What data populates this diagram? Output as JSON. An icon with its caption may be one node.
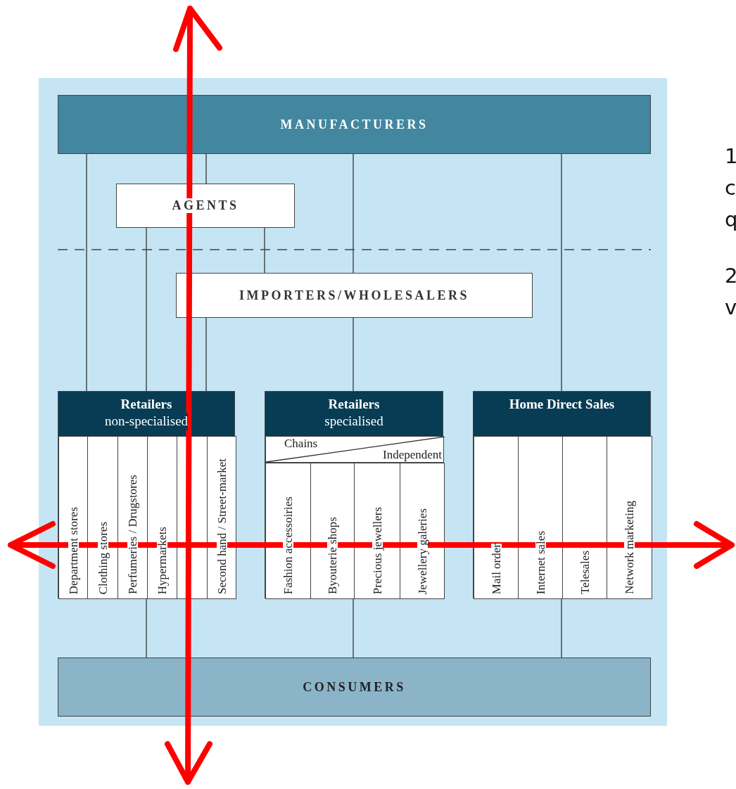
{
  "diagram": {
    "nodes": [
      {
        "text": [
          "MANUFACTURERS"
        ]
      },
      {
        "text": [
          "AGENTS"
        ]
      },
      {
        "text": [
          "IMPORTERS/WHOLESALERS"
        ]
      },
      {
        "text": [
          "Retailers",
          "non-specialised"
        ]
      },
      {
        "text": [
          "Department stores"
        ],
        "in": 3
      },
      {
        "text": [
          "Clothing stores"
        ],
        "in": 3
      },
      {
        "text": [
          "Perfumeries / Drugstores"
        ],
        "in": 3
      },
      {
        "text": [
          "Hypermarkets"
        ],
        "in": 3
      },
      {
        "text": [],
        "shape": "box",
        "in": 3
      },
      {
        "text": [
          "Second hand / Street-market"
        ],
        "in": 3
      },
      {
        "text": [
          "Retailers",
          "specialised"
        ]
      },
      {
        "text": [
          "Chains",
          "Independent"
        ],
        "in": 10
      },
      {
        "text": [
          "Fashion accessoiries"
        ],
        "in": 10
      },
      {
        "text": [
          "Byouterie shops"
        ],
        "in": 10
      },
      {
        "text": [
          "Precious jewellers"
        ],
        "in": 10
      },
      {
        "text": [
          "Jewellery galeries"
        ],
        "in": 10
      },
      {
        "text": [
          "Home Direct Sales"
        ]
      },
      {
        "text": [
          "Mail order"
        ],
        "in": 16
      },
      {
        "text": [
          "Internet sales"
        ],
        "in": 16
      },
      {
        "text": [
          "Telesales"
        ],
        "in": 16
      },
      {
        "text": [
          "Network marketing"
        ],
        "in": 16
      },
      {
        "text": [
          "CONSUMERS"
        ]
      }
    ],
    "edges": [
      {
        "from": 0,
        "to": 3,
        "arrow": "none"
      },
      {
        "from": 0,
        "to": 1,
        "arrow": "none"
      },
      {
        "from": 0,
        "to": 2,
        "arrow": "none"
      },
      {
        "from": 0,
        "to": 16,
        "arrow": "none"
      },
      {
        "from": 1,
        "to": 3,
        "arrow": "none"
      },
      {
        "from": 1,
        "to": 2,
        "arrow": "none"
      },
      {
        "from": 2,
        "to": 3,
        "arrow": "none"
      },
      {
        "from": 2,
        "to": 10,
        "arrow": "none"
      },
      {
        "from": 3,
        "to": 21,
        "arrow": "none"
      },
      {
        "from": 10,
        "to": 21,
        "arrow": "none"
      },
      {
        "from": 16,
        "to": 21,
        "arrow": "none"
      }
    ],
    "labels": [
      "1",
      "c",
      "q",
      "2",
      "v"
    ]
  }
}
